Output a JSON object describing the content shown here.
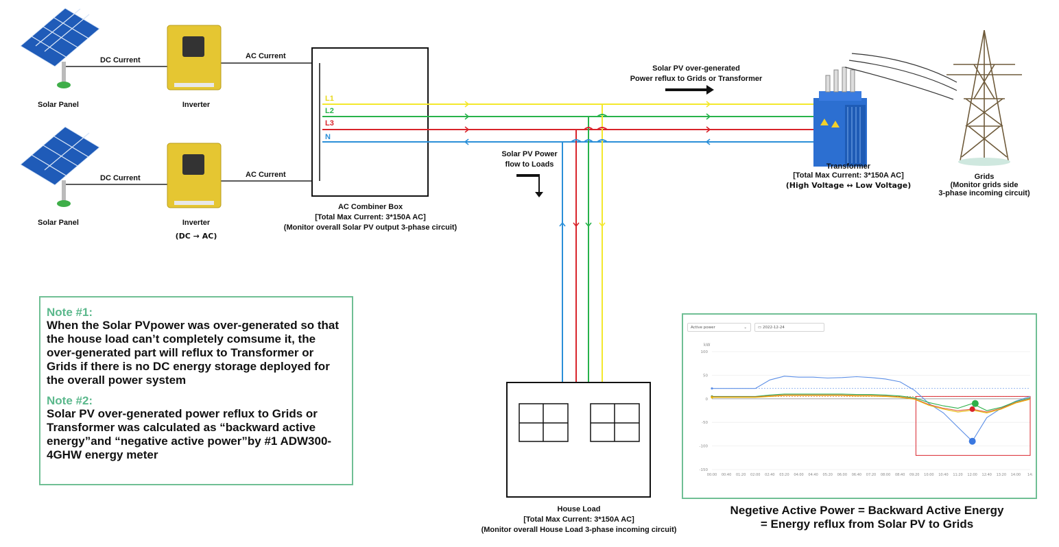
{
  "solar_panel_1": {
    "label": "Solar Panel"
  },
  "solar_panel_2": {
    "label": "Solar Panel"
  },
  "inverter_1": {
    "label": "Inverter"
  },
  "inverter_2": {
    "label": "Inverter",
    "sublabel": "(DC → AC)"
  },
  "wires": {
    "dc_current_1": "DC Current",
    "dc_current_2": "DC Current",
    "ac_current_1": "AC Current",
    "ac_current_2": "AC Current"
  },
  "phases": {
    "l1": {
      "label": "L1",
      "color": "#f3e82b"
    },
    "l2": {
      "label": "L2",
      "color": "#27b24a"
    },
    "l3": {
      "label": "L3",
      "color": "#d8232a"
    },
    "n": {
      "label": "N",
      "color": "#2a8fd8"
    }
  },
  "combiner_box": {
    "line1": "AC Combiner Box",
    "line2": "[Total Max Current: 3*150A AC]",
    "line3": "(Monitor overall Solar PV output 3-phase circuit)"
  },
  "flow_labels": {
    "over_generated_line1": "Solar PV over-generated",
    "over_generated_line2": "Power reflux to Grids or Transformer",
    "to_loads_line1": "Solar PV Power",
    "to_loads_line2": "flow to Loads"
  },
  "transformer": {
    "line1": "Transformer",
    "line2": "[Total Max Current: 3*150A AC]",
    "line3": "(High Voltage ↔ Low Voltage)"
  },
  "grids": {
    "line1": "Grids",
    "line2": "(Monitor grids side",
    "line3": "3-phase incoming circuit)"
  },
  "house_load": {
    "line1": "House Load",
    "line2": "[Total Max Current: 3*150A AC]",
    "line3": "(Monitor overall House Load 3-phase incoming circuit)"
  },
  "notes": {
    "note1_title": "Note #1:",
    "note1_body": "When the Solar PVpower was over-generated so that the house load can’t completely comsume it, the over-generated part will reflux to Transformer or Grids if there is no DC energy storage deployed for the overall power system",
    "note2_title": "Note #2:",
    "note2_body": "Solar PV over-generated power reflux to Grids or Transformer was calculated as “backward active energy”and “negative active power”by #1 ADW300-4GHW energy meter"
  },
  "chart_controls": {
    "metric": "Active power",
    "date": "2022-12-24"
  },
  "chart_data": {
    "type": "line",
    "ylabel": "kW",
    "ylim": [
      -150,
      100
    ],
    "yticks": [
      100,
      50,
      0,
      -50,
      -100,
      -150
    ],
    "x": [
      "00:00",
      "00:40",
      "01:20",
      "02:00",
      "02:40",
      "03:20",
      "04:00",
      "04:40",
      "05:20",
      "06:00",
      "06:40",
      "07:20",
      "08:00",
      "08:40",
      "09:20",
      "10:00",
      "10:40",
      "11:20",
      "12:00",
      "12:40",
      "13:20",
      "14:00",
      "14:"
    ],
    "series": [
      {
        "color": "#5b8ee6",
        "values": [
          22,
          22,
          22,
          22,
          40,
          48,
          46,
          46,
          44,
          45,
          47,
          45,
          42,
          36,
          18,
          -10,
          -30,
          -60,
          -90,
          -40,
          -20,
          -5,
          5
        ]
      },
      {
        "color": "#2fb04a",
        "values": [
          5,
          5,
          5,
          5,
          8,
          10,
          10,
          10,
          10,
          10,
          9,
          9,
          8,
          6,
          2,
          -8,
          -15,
          -20,
          -10,
          -25,
          -18,
          -6,
          2
        ]
      },
      {
        "color": "#e05a3a",
        "values": [
          4,
          4,
          4,
          4,
          6,
          8,
          8,
          8,
          8,
          8,
          7,
          7,
          6,
          4,
          0,
          -12,
          -20,
          -25,
          -22,
          -28,
          -20,
          -8,
          0
        ]
      },
      {
        "color": "#e6b800",
        "values": [
          3,
          3,
          3,
          3,
          5,
          7,
          7,
          7,
          7,
          7,
          6,
          6,
          5,
          3,
          -1,
          -14,
          -22,
          -28,
          -24,
          -30,
          -22,
          -9,
          -1
        ]
      }
    ],
    "highlight_region": "negative power period"
  },
  "caption": {
    "line1": "Negetive Active Power = Backward Active Energy",
    "line2": "= Energy reflux from Solar PV to Grids"
  }
}
